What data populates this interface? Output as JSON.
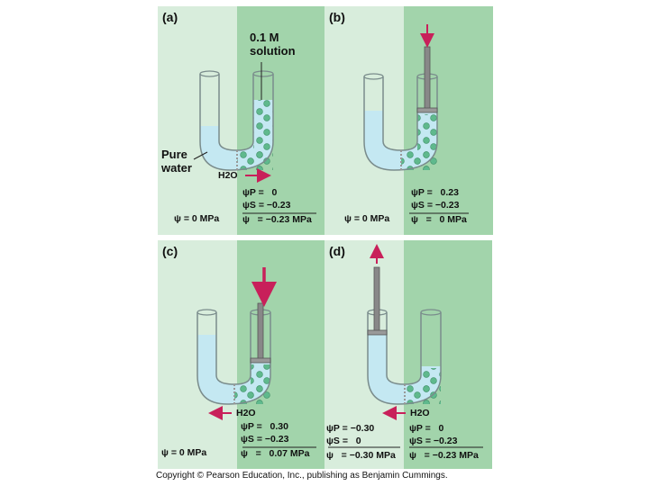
{
  "panels": {
    "a": {
      "label": "(a)",
      "solution_label_line1": "0.1 M",
      "solution_label_line2": "solution",
      "pure_water_line1": "Pure",
      "pure_water_line2": "water",
      "h2o": "H2O",
      "left_psi": "ψ = 0 MPa",
      "right_psi_p": "ψP =   0",
      "right_psi_s": "ψS = −0.23",
      "right_psi": "ψ   = −0.23 MPa"
    },
    "b": {
      "label": "(b)",
      "left_psi": "ψ = 0 MPa",
      "right_psi_p": "ψP =   0.23",
      "right_psi_s": "ψS = −0.23",
      "right_psi": "ψ   =   0 MPa"
    },
    "c": {
      "label": "(c)",
      "h2o": "H2O",
      "left_psi": "ψ = 0 MPa",
      "right_psi_p": "ψP =   0.30",
      "right_psi_s": "ψS = −0.23",
      "right_psi": "ψ   =   0.07 MPa"
    },
    "d": {
      "label": "(d)",
      "h2o": "H2O",
      "left_psi_p": "ψP = −0.30",
      "left_psi_s": "ψS =   0",
      "left_psi": "ψ   = −0.30 MPa",
      "right_psi_p": "ψP =   0",
      "right_psi_s": "ψS = −0.23",
      "right_psi": "ψ   = −0.23 MPa"
    }
  },
  "copyright": "Copyright © Pearson Education, Inc., publishing as Benjamin Cummings.",
  "colors": {
    "left_bg": "#d8eddc",
    "right_bg": "#a2d4ab",
    "water": "#c4e8f2",
    "solute": "#5fb98d",
    "arrow": "#c8205a",
    "piston": "#888888"
  }
}
